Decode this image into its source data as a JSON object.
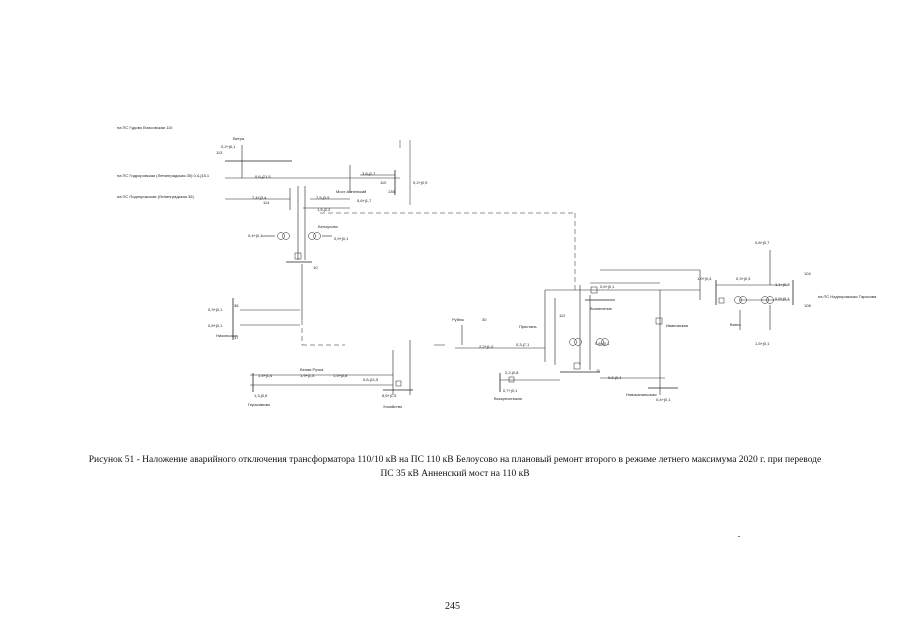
{
  "caption": {
    "line1": "Рисунок 51 - Наложение аварийного отключения трансформатора 110/10 кВ на ПС 110 кВ Белоусово на плановый ремонт второго в режиме летнего максимума 2020 г. при переводе",
    "line2": "ПС 35 кВ Анненский мост на 110 кВ"
  },
  "page_number": "245",
  "labels": {
    "ps_gudov": "на ПС Гудово Власовская 110",
    "ps_gidrov": "на ПС Гидроровская (Ленинградская 35) 0,4-j15,1",
    "ps_podporozh": "на ПС Подпорожская (Ленинградская 35)",
    "ps_nadporozh": "на ПС Надпорожская Тарасова",
    "belousovo": "Белоусово",
    "most_annin": "Мост Анненский",
    "voznesenie": "Вознесение",
    "vyangi": "Вянги",
    "ivanovskaya": "Ивановская",
    "rubezh": "Рубеж",
    "pristan": "Пристань",
    "voskresenskaya": "Воскресенская",
    "nikolskoe": "Никольское",
    "belaya_ruch": "Белая Ручка",
    "hozyaystvo": "Хозяйство",
    "nov_kanal": "Новоканальская",
    "gerasimovo": "Герасимово",
    "vetra": "Ветра",
    "v_135": "135",
    "n_110": "110"
  },
  "flows": [
    "0,2+j6,1",
    "0,6-j21,5",
    "3,8-j2,7",
    "9,2+j0,9",
    "7,4+j3,4",
    "7,5-j3,9",
    "5,6+j1,7",
    "1,5-j2,2",
    "0,4+j0,1",
    "0,9+j0,1",
    "0,3+j0,1",
    "0,8+j0,1",
    "1,4+j1,6",
    "1,9+j1,5",
    "1,5+j0,8",
    "1,3-j0,6",
    "8,6+j1,5",
    "0,6-j11,5",
    "0,8+j0,7",
    "2,2+j1,0",
    "0,6+j0,1",
    "1,0+j0,4",
    "0,8+j0,1",
    "0,6-j0,4",
    "0,3-j7,1",
    "1,5+j0,1",
    "0,7+j0,1",
    "0,4+j0,1",
    "0,8+j0,1",
    "1,1+j0,7",
    "2,2-j0,8",
    "0,3+j0,3"
  ],
  "voltages": [
    "113",
    "114",
    "36",
    "37",
    "10",
    "30",
    "108",
    "112",
    "11",
    "104"
  ]
}
